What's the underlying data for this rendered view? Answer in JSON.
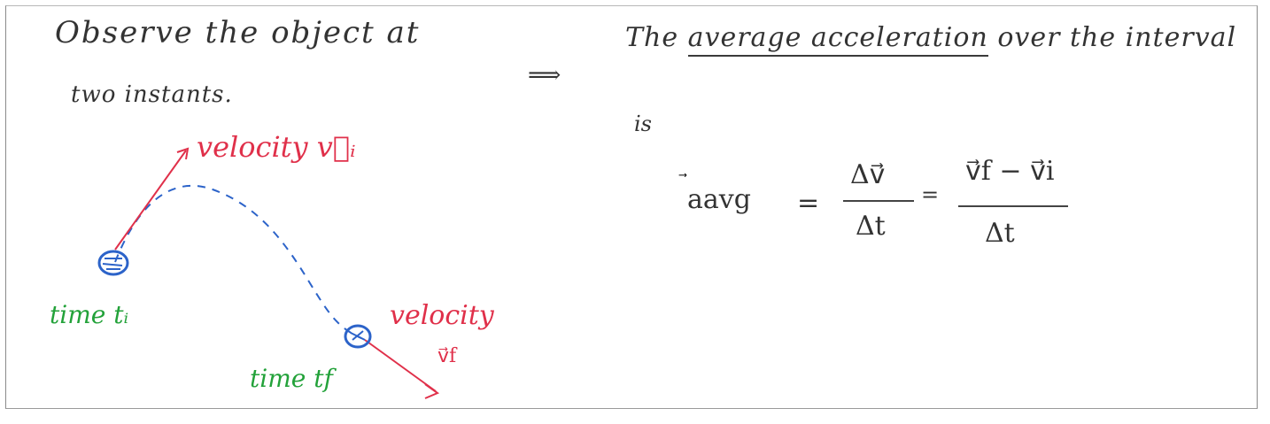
{
  "left_notes": {
    "line1": "Observe the object at",
    "line2": "two instants.",
    "arrow": "⟹"
  },
  "right_notes": {
    "line1_prefix": "The ",
    "line1_emph": "average acceleration",
    "line1_suffix": " over the interval",
    "line2": "is"
  },
  "diagram": {
    "velocity_i_label": "velocity v⃗ᵢ",
    "time_i_label": "time tᵢ",
    "velocity_f_label": "velocity",
    "velocity_f_symbol": "v⃗f",
    "time_f_label": "time tf",
    "colors": {
      "velocity": "#e0304a",
      "time": "#23a23a",
      "object": "#2c63c9",
      "path": "#2c63c9"
    }
  },
  "formula": {
    "lhs": "aavg",
    "eq1": "=",
    "frac1_num": "Δv⃗",
    "frac1_den": "Δt",
    "eq2": "=",
    "frac2_num": "v⃗f − v⃗i",
    "frac2_den": "Δt"
  }
}
